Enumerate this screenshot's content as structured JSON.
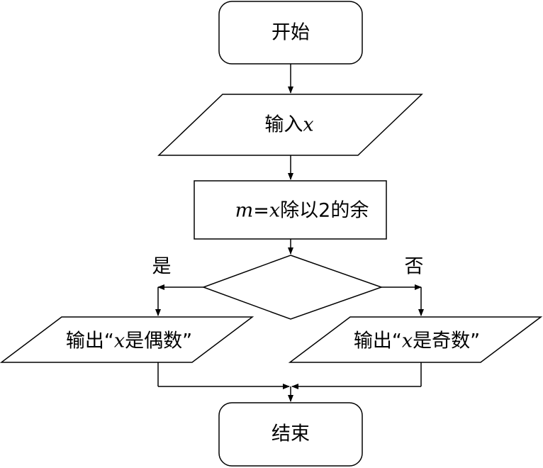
{
  "diagram": {
    "start": "开始",
    "input": {
      "text": "输入",
      "var": "x"
    },
    "process": {
      "var_m": "m",
      "eq": "=",
      "var_x": "x",
      "text": "除以2的余"
    },
    "branch_yes": "是",
    "branch_no": "否",
    "output_even": {
      "prefix": "输出“",
      "var": "x",
      "suffix": "是偶数”"
    },
    "output_odd": {
      "prefix": "输出“",
      "var": "x",
      "suffix": "是奇数”"
    },
    "end": "结束"
  }
}
